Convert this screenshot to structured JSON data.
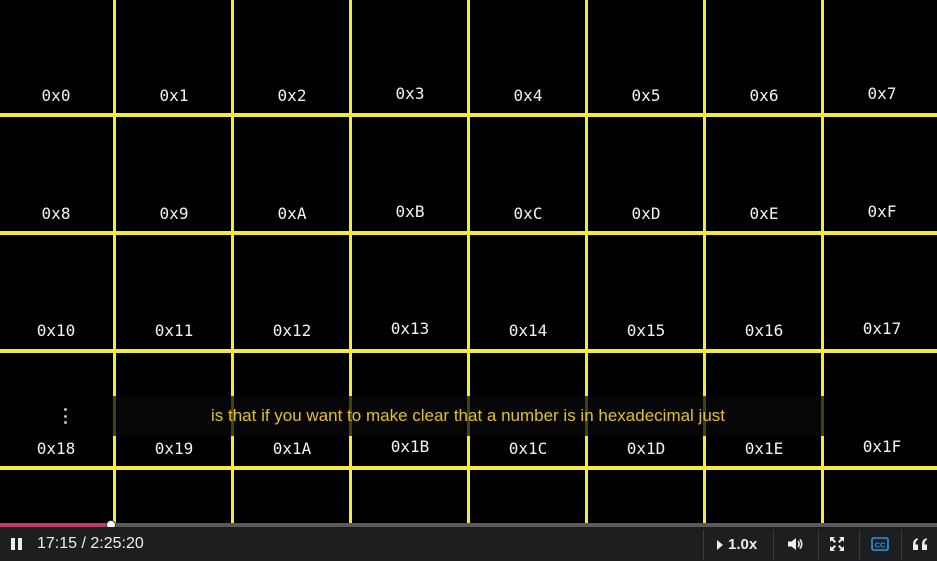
{
  "grid": {
    "cells": [
      "0x0",
      "0x1",
      "0x2",
      "0x3",
      "0x4",
      "0x5",
      "0x6",
      "0x7",
      "0x8",
      "0x9",
      "0xA",
      "0xB",
      "0xC",
      "0xD",
      "0xE",
      "0xF",
      "0x10",
      "0x11",
      "0x12",
      "0x13",
      "0x14",
      "0x15",
      "0x16",
      "0x17",
      "0x18",
      "0x19",
      "0x1A",
      "0x1B",
      "0x1C",
      "0x1D",
      "0x1E",
      "0x1F"
    ]
  },
  "caption": {
    "text": "is that if you want to make clear that a number is in hexadecimal just"
  },
  "player": {
    "current_time": "17:15",
    "duration": "2:25:20",
    "time_display": "17:15 / 2:25:20",
    "progress_fraction": 0.1182,
    "speed_label": "1.0x",
    "icons": {
      "play_pause": "pause-icon",
      "speed": "play-triangle-icon",
      "volume": "volume-icon",
      "fullscreen": "fullscreen-icon",
      "captions": "closed-captions-icon",
      "transcript": "quote-icon"
    },
    "colors": {
      "progress": "#c0396b",
      "grid_lines": "#f2ea3c",
      "caption_text": "#e3c21c",
      "cc_active": "#1e9bf0"
    }
  }
}
